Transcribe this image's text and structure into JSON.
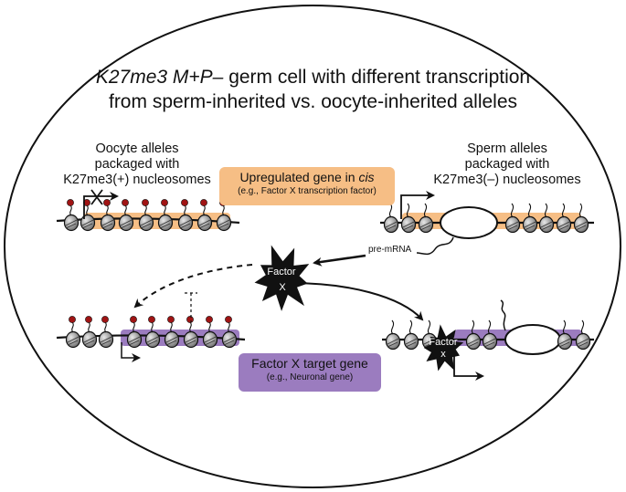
{
  "title": {
    "italic": "K27me3 M+P–",
    "line1_rest": " germ cell with different transcription",
    "line2": "from sperm-inherited vs. oocyte-inherited alleles"
  },
  "oocyte_label": [
    "Oocyte alleles",
    "packaged with",
    "K27me3(+) nucleosomes"
  ],
  "sperm_label": [
    "Sperm alleles",
    "packaged with",
    "K27me3(–) nucleosomes"
  ],
  "upregulated_box": {
    "title_plain": "Upregulated gene in ",
    "title_italic": "cis",
    "subtitle": "(e.g., Factor X transcription factor)"
  },
  "target_box": {
    "title": "Factor X target gene",
    "subtitle": "(e.g., Neuronal gene)"
  },
  "pre_mrna_label": "pre-mRNA",
  "factor_center": [
    "Factor",
    "X"
  ],
  "factor_small": [
    "Factor",
    "x"
  ],
  "colors": {
    "orange": "#f6be85",
    "purple": "#9b7cbf",
    "k27_mark": "#a01414",
    "nucleosome": "#8c8c8c"
  }
}
